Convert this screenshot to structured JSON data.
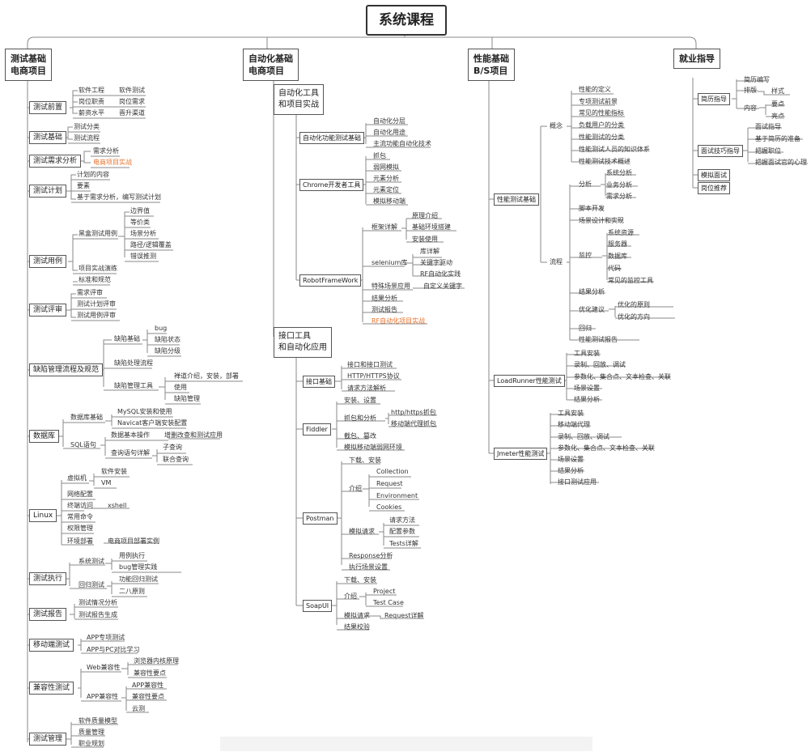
{
  "root": "系统课程",
  "categories": [
    "测试基础\n电商项目",
    "自动化基础\n电商项目",
    "性能基础\nB/S项目",
    "就业指导"
  ],
  "c1": {
    "g1": {
      "label": "测试前置",
      "items": [
        "软件工程",
        "软件测试",
        "岗位职责",
        "岗位需求",
        "薪资水平",
        "晋升渠道"
      ]
    },
    "g2": {
      "label": "测试基础",
      "items": [
        "测试分类",
        "测试流程"
      ]
    },
    "g3": {
      "label": "测试需求分析",
      "items": [
        "需求分析",
        "电商项目实战"
      ]
    },
    "g4": {
      "label": "测试计划",
      "items": [
        "计划的内容",
        "要素",
        "基于需求分析，编写测试计划"
      ]
    },
    "g5": {
      "label": "测试用例",
      "sub": "黑盒测试用例",
      "items": [
        "边界值",
        "等价类",
        "场景分析",
        "路径/逻辑覆盖",
        "错误推测"
      ],
      "extra": [
        "项目实战演练",
        "标准和规范"
      ]
    },
    "g6": {
      "label": "测试评审",
      "items": [
        "需求评审",
        "测试计划评审",
        "测试用例评审"
      ]
    },
    "g7": {
      "label": "缺陷管理流程及规范",
      "a": "缺陷基础",
      "a_items": [
        "bug",
        "缺陷状态",
        "缺陷分级"
      ],
      "b": "缺陷处理流程",
      "c": "缺陷管理工具",
      "c_items": [
        "禅道介绍，安装，部署",
        "使用",
        "缺陷管理"
      ]
    },
    "g8": {
      "label": "数据库",
      "a": "数据库基础",
      "a_items": [
        "MySQL安装和使用",
        "Navicat客户端安装配置"
      ],
      "b": "SQL语句",
      "b1": "数据基本操作",
      "b1v": "增删改查和测试应用",
      "b2": "查询语句详解",
      "b2_items": [
        "子查询",
        "联合查询"
      ]
    },
    "g9": {
      "label": "Linux",
      "a": "虚拟机",
      "a_items": [
        "软件安装",
        "VM"
      ],
      "items": [
        "网络配置",
        "终端访问",
        "常用命令",
        "权限管理",
        "环境部署"
      ],
      "xshell": "xshell",
      "deploy": "电商项目部署实例"
    },
    "g10": {
      "label": "测试执行",
      "a": "系统测试",
      "a_items": [
        "用例执行",
        "bug管理实践"
      ],
      "b": "回归测试",
      "b_items": [
        "功能回归测试",
        "二八原则"
      ]
    },
    "g11": {
      "label": "测试报告",
      "items": [
        "测试情况分析",
        "测试报告生成"
      ]
    },
    "g12": {
      "label": "移动端测试",
      "items": [
        "APP专项测试",
        "APP与PC对比学习"
      ]
    },
    "g13": {
      "label": "兼容性测试",
      "a": "Web兼容性",
      "a_items": [
        "浏览器内核原理",
        "兼容性要点"
      ],
      "b": "APP兼容性",
      "b_items": [
        "APP兼容性",
        "兼容性要点",
        "云测"
      ]
    },
    "g14": {
      "label": "测试管理",
      "items": [
        "软件质量模型",
        "质量管理",
        "职业规划"
      ]
    }
  },
  "c2": {
    "s1": "自动化工具\n和项目实战",
    "b1": {
      "label": "自动化功能测试基础",
      "items": [
        "自动化分层",
        "自动化用途",
        "主流功能自动化技术"
      ]
    },
    "b2": {
      "label": "Chrome开发者工具",
      "items": [
        "抓包",
        "弱网模拟",
        "元素分析",
        "元素定位",
        "模拟移动端"
      ]
    },
    "b3": {
      "label": "RobotFrameWork",
      "f": "框架详解",
      "f_items": [
        "原理介绍",
        "基础环境搭建",
        "安装使用"
      ],
      "s": "selenium库",
      "s_items": [
        "库详解",
        "关键字驱动",
        "RF自动化实践"
      ],
      "t": "特殊场景应用",
      "t_item": "自定义关键字",
      "items": [
        "结果分析",
        "测试报告",
        "RF自动化项目实战"
      ]
    },
    "s2": "接口工具\n和自动化应用",
    "b4": {
      "label": "接口基础",
      "items": [
        "接口和接口测试",
        "HTTP/HTTPS协议",
        "请求方法解析"
      ]
    },
    "b5": {
      "label": "Fiddler",
      "a": "安装、设置",
      "b": "抓包和分析",
      "b_items": [
        "http/https抓包",
        "移动端代理抓包"
      ],
      "items": [
        "截包、篡改",
        "模拟移动端弱网环境"
      ]
    },
    "b6": {
      "label": "Postman",
      "a": "下载、安装",
      "b": "介绍",
      "b_items": [
        "Collection",
        "Request",
        "Environment",
        "Cookies"
      ],
      "c": "模拟请求",
      "c_items": [
        "请求方法",
        "配置参数",
        "Tests详解"
      ],
      "items": [
        "Response分析",
        "执行场景设置"
      ]
    },
    "b7": {
      "label": "SoapUI",
      "a": "下载、安装",
      "b": "介绍",
      "b_items": [
        "Project",
        "Test Case"
      ],
      "c": "模拟请求",
      "c_item": "Request详解",
      "d": "结果校验"
    }
  },
  "c3": {
    "b1": {
      "label": "性能测试基础",
      "p": "概念",
      "p_items": [
        "性能的定义",
        "专项测试前景",
        "常见的性能指标",
        "负载用户的分类",
        "性能测试的分类",
        "性能测试人员的知识体系",
        "性能测试技术概述"
      ],
      "q": "流程",
      "fx": "分析",
      "fx_items": [
        "系统分析",
        "业务分析",
        "需求分析"
      ],
      "m1": "脚本开发",
      "m2": "场景设计和实现",
      "jk": "监控",
      "jk_items": [
        "系统资源",
        "服务器",
        "数据库",
        "代码",
        "常见的监控工具"
      ],
      "m3": "结果分析",
      "yh": "优化建议",
      "yh_items": [
        "优化的原则",
        "优化的方向"
      ],
      "m4": "回归",
      "m5": "性能测试报告"
    },
    "b2": {
      "label": "LoadRunner性能测试",
      "items": [
        "工具安装",
        "录制、回放、调试",
        "参数化、集合点、文本检查、关联",
        "场景设置",
        "结果分析"
      ]
    },
    "b3": {
      "label": "Jmeter性能测试",
      "items": [
        "工具安装",
        "移动端代理",
        "录制、回放、调试",
        "参数化、集合点、文本检查、关联",
        "场景设置",
        "结果分析",
        "接口测试应用"
      ]
    }
  },
  "c4": {
    "b1": {
      "label": "简历指导",
      "a": "简历编写",
      "b": "排版",
      "b_item": "样式",
      "c": "内容",
      "c_items": [
        "要点",
        "亮点"
      ]
    },
    "b2": {
      "label": "面试技巧指导",
      "items": [
        "面试指导",
        "基于简历的准备",
        "把握职位",
        "把握面试官的心理"
      ]
    },
    "b3": "模拟面试",
    "b4": "岗位推荐"
  }
}
